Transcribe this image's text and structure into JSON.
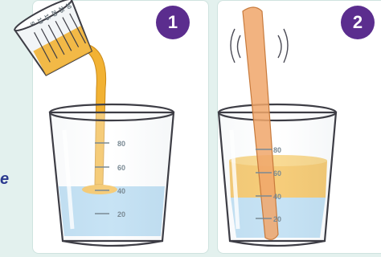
{
  "side_text": "e",
  "panels": [
    {
      "step": "1",
      "beaker_scale": [
        "80",
        "60",
        "40",
        "20"
      ],
      "measuring_cup_scale": [
        "5",
        "10",
        "15",
        "20",
        "25",
        "30"
      ]
    },
    {
      "step": "2",
      "beaker_scale": [
        "80",
        "60",
        "40",
        "20"
      ]
    }
  ],
  "colors": {
    "background": "#e3f1ee",
    "badge": "#5b2d8e",
    "orange_liquid": "#f2b233",
    "water": "#a9d4ef",
    "glass_outline": "#3d3d45",
    "stick": "#f0a66a"
  }
}
